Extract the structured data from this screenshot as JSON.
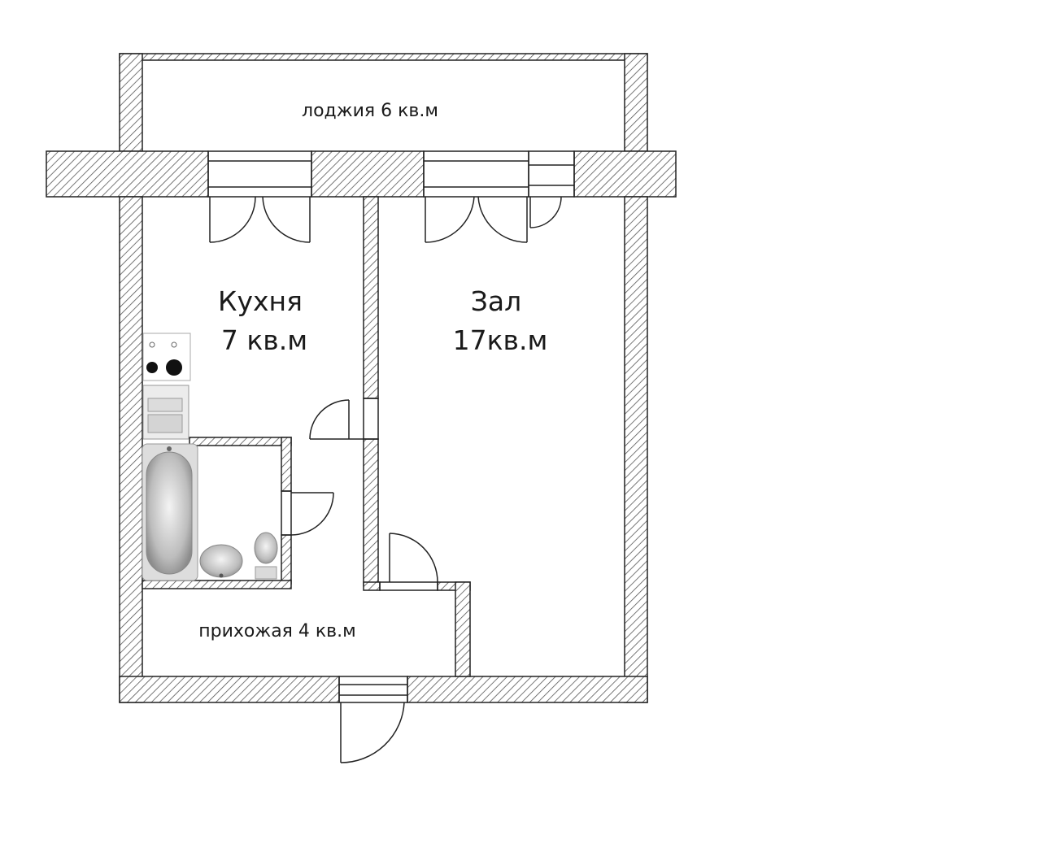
{
  "rooms": {
    "loggia": "лоджия 6 кв.м",
    "kitchen_name": "Кухня",
    "kitchen_area": "7 кв.м",
    "hall_name": "Зал",
    "hall_area": "17кв.м",
    "entrance": "прихожая 4 кв.м"
  },
  "colors": {
    "wall_hatch": "#555555",
    "wall_fill": "#ffffff",
    "line": "#222222",
    "stove_burner": "#111111"
  },
  "icons": [
    "stove-icon",
    "fridge-icon",
    "bathtub-icon",
    "sink-icon",
    "toilet-icon"
  ]
}
